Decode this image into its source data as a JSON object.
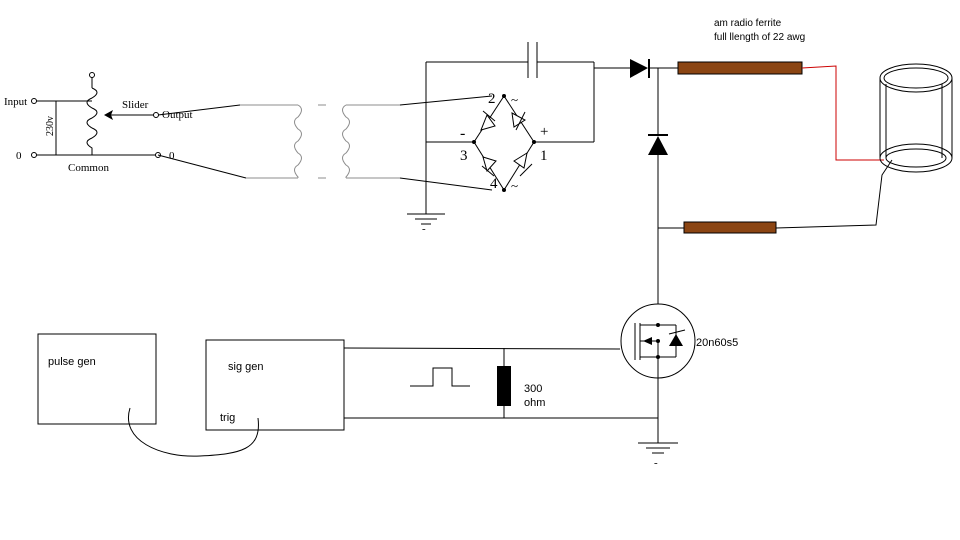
{
  "variac": {
    "input_label": "Input",
    "zero_label": "0",
    "voltage_label": "230v",
    "common_label": "Common",
    "slider_label": "Slider",
    "output_label": "Output",
    "output_zero_label": "0"
  },
  "bridge": {
    "pin2": "2",
    "pin3": "3",
    "pin1": "1",
    "pin4": "4",
    "minus": "-",
    "plus": "+",
    "ac_top": "~",
    "ac_bottom": "~",
    "ground_mark": "-"
  },
  "ferrite": {
    "label_line1": "am radio ferrite",
    "label_line2": "full llength of 22 awg",
    "rod_color": "#8b4513",
    "wire_color": "#cc0000"
  },
  "mosfet": {
    "part_label": "20n60s5",
    "ground_mark": "-"
  },
  "resistor": {
    "value_line1": "300",
    "value_line2": "ohm"
  },
  "boxes": {
    "pulse_gen_label": "pulse gen",
    "sig_gen_label": "sig gen",
    "trig_label": "trig"
  }
}
